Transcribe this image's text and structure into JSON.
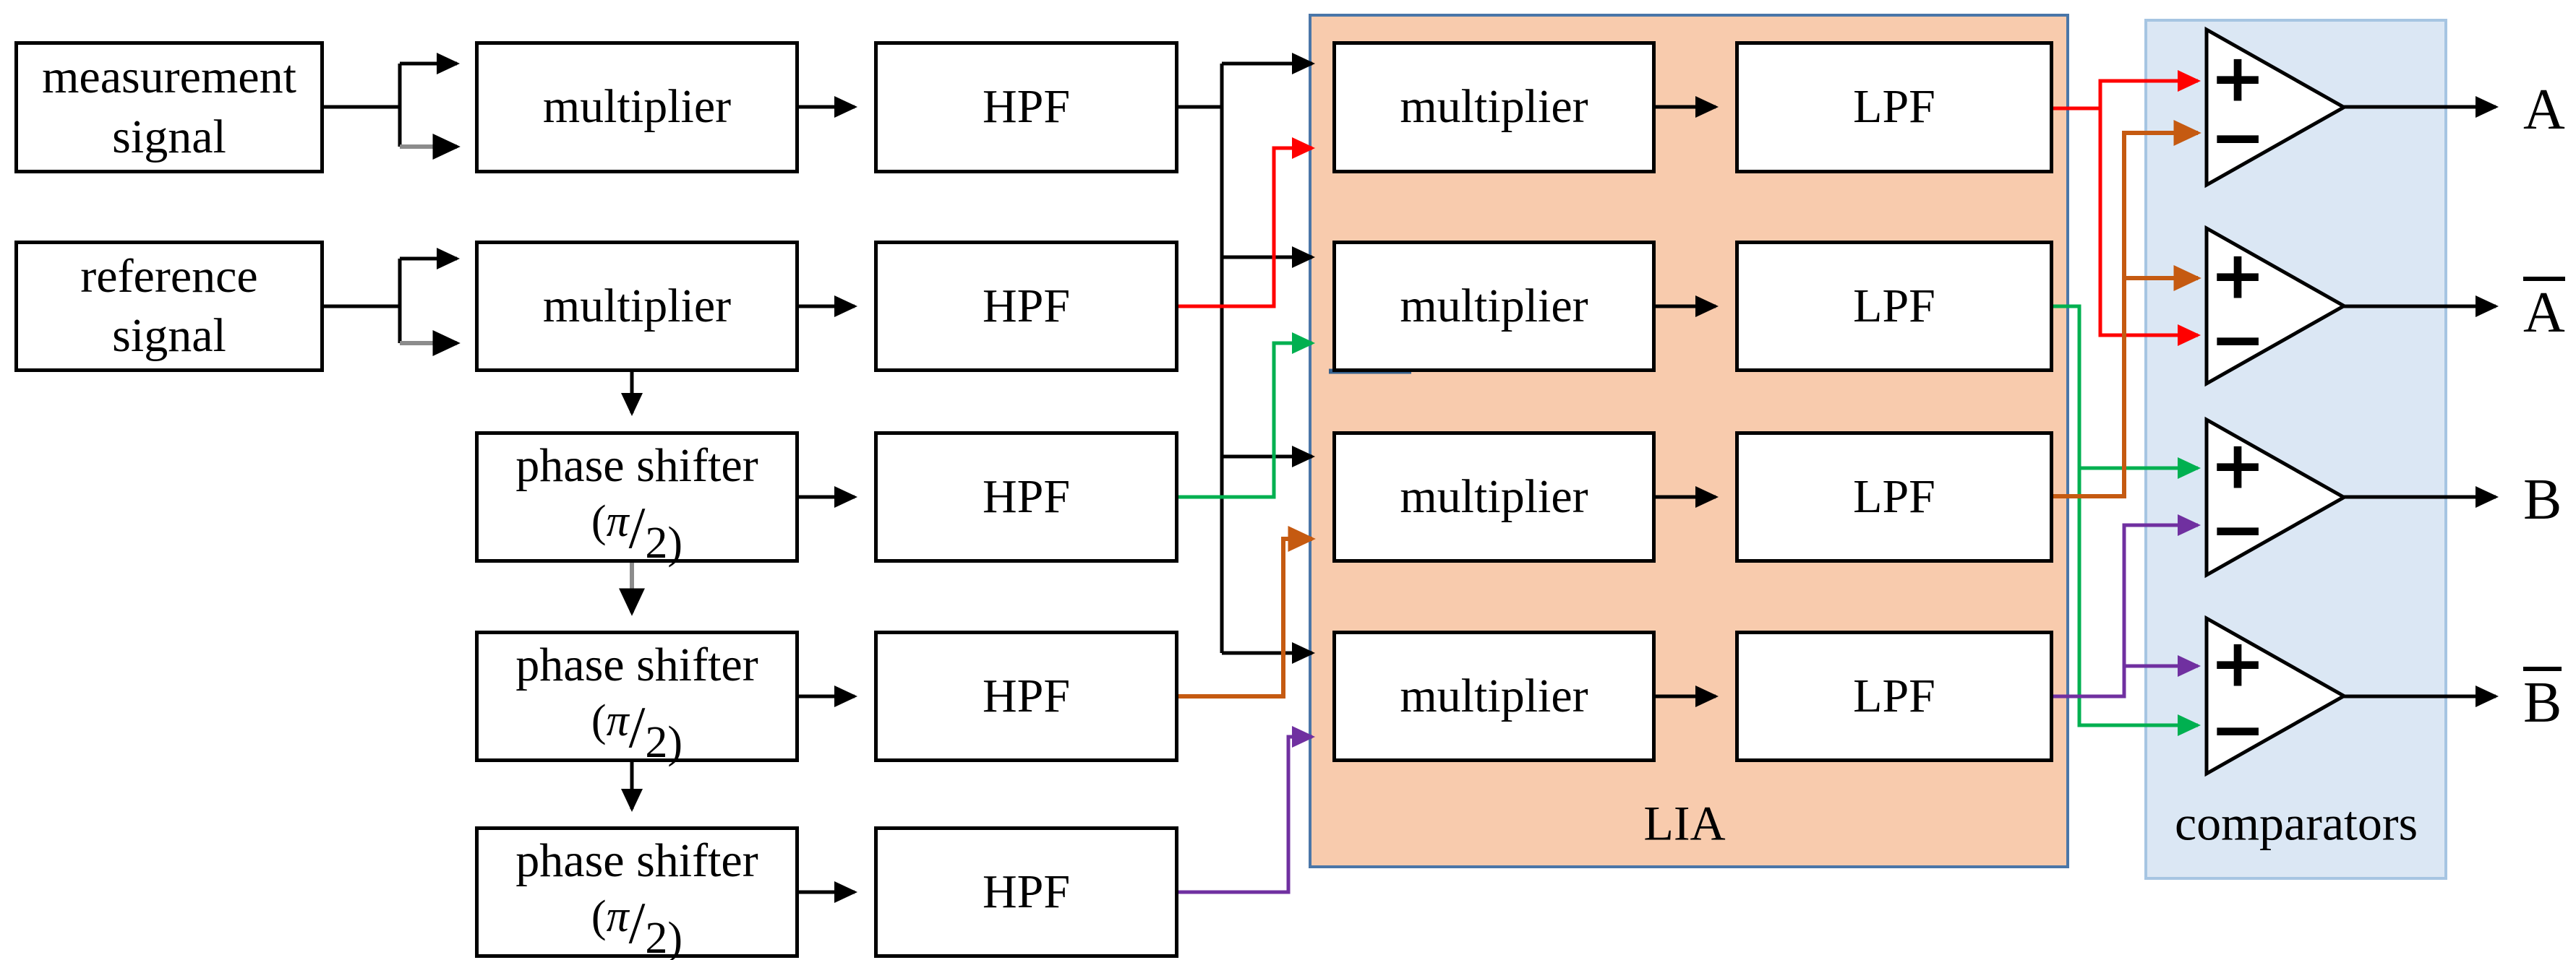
{
  "colors": {
    "background": "#ffffff",
    "box_fill": "#ffffff",
    "line_black": "#000000",
    "line_gray": "#8c8c8c",
    "wire_red": "#ff0000",
    "wire_green": "#00b050",
    "wire_brown": "#c55a11",
    "wire_purple": "#7030a0",
    "stray_navy": "#35608d",
    "lia_fill": "#f8cbad",
    "lia_border": "#4a76a8",
    "comparators_fill": "#dbe7f4",
    "comparators_border": "#a6c5e2"
  },
  "inputs": [
    {
      "line1": "measurement",
      "line2": "signal"
    },
    {
      "line1": "reference",
      "line2": "signal"
    }
  ],
  "front_end": {
    "multipliers": [
      "multiplier",
      "multiplier"
    ],
    "phase_shifters": [
      "phase shifter",
      "phase shifter",
      "phase shifter"
    ],
    "phase_fraction": {
      "open": "(",
      "pi": "π",
      "slash": "/",
      "denominator": "2",
      "close": ")"
    },
    "hpf": [
      "HPF",
      "HPF",
      "HPF",
      "HPF",
      "HPF"
    ]
  },
  "lia": {
    "label": "LIA",
    "multipliers": [
      "multiplier",
      "multiplier",
      "multiplier",
      "multiplier"
    ],
    "lpf": [
      "LPF",
      "LPF",
      "LPF",
      "LPF"
    ]
  },
  "comparators": {
    "label": "comparators",
    "plus_sign": "+",
    "minus_sign": "−",
    "outputs": [
      {
        "text": "A",
        "overbar": false
      },
      {
        "text": "A",
        "overbar": true
      },
      {
        "text": "B",
        "overbar": false
      },
      {
        "text": "B",
        "overbar": true
      }
    ]
  }
}
